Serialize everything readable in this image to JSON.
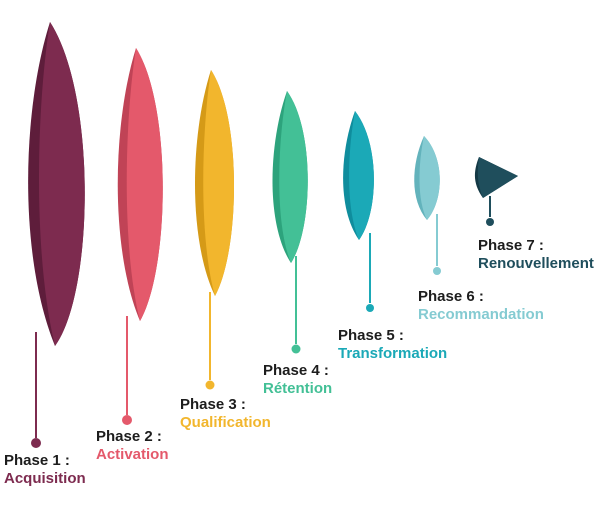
{
  "page": {
    "background": "#ffffff"
  },
  "diagram": {
    "type": "funnel",
    "description": "Seven-phase customer lifecycle funnel",
    "phases": [
      {
        "label": "Phase 1 :",
        "name": "Acquisition",
        "color": "#7d2b4f",
        "shade": "#5e1d3b"
      },
      {
        "label": "Phase 2 :",
        "name": "Activation",
        "color": "#e4596b",
        "shade": "#c04356"
      },
      {
        "label": "Phase 3 :",
        "name": "Qualification",
        "color": "#f2b62d",
        "shade": "#d59a17"
      },
      {
        "label": "Phase 4 :",
        "name": "Rétention",
        "color": "#43c096",
        "shade": "#2da37c"
      },
      {
        "label": "Phase 5 :",
        "name": "Transformation",
        "color": "#1ba9b7",
        "shade": "#0f8d9d"
      },
      {
        "label": "Phase 6 :",
        "name": "Recommandation",
        "color": "#85cbd2",
        "shade": "#63b3bc"
      },
      {
        "label": "Phase 7 :",
        "name": "Renouvellement",
        "color": "#1f4e5c",
        "shade": "#143945"
      }
    ]
  }
}
